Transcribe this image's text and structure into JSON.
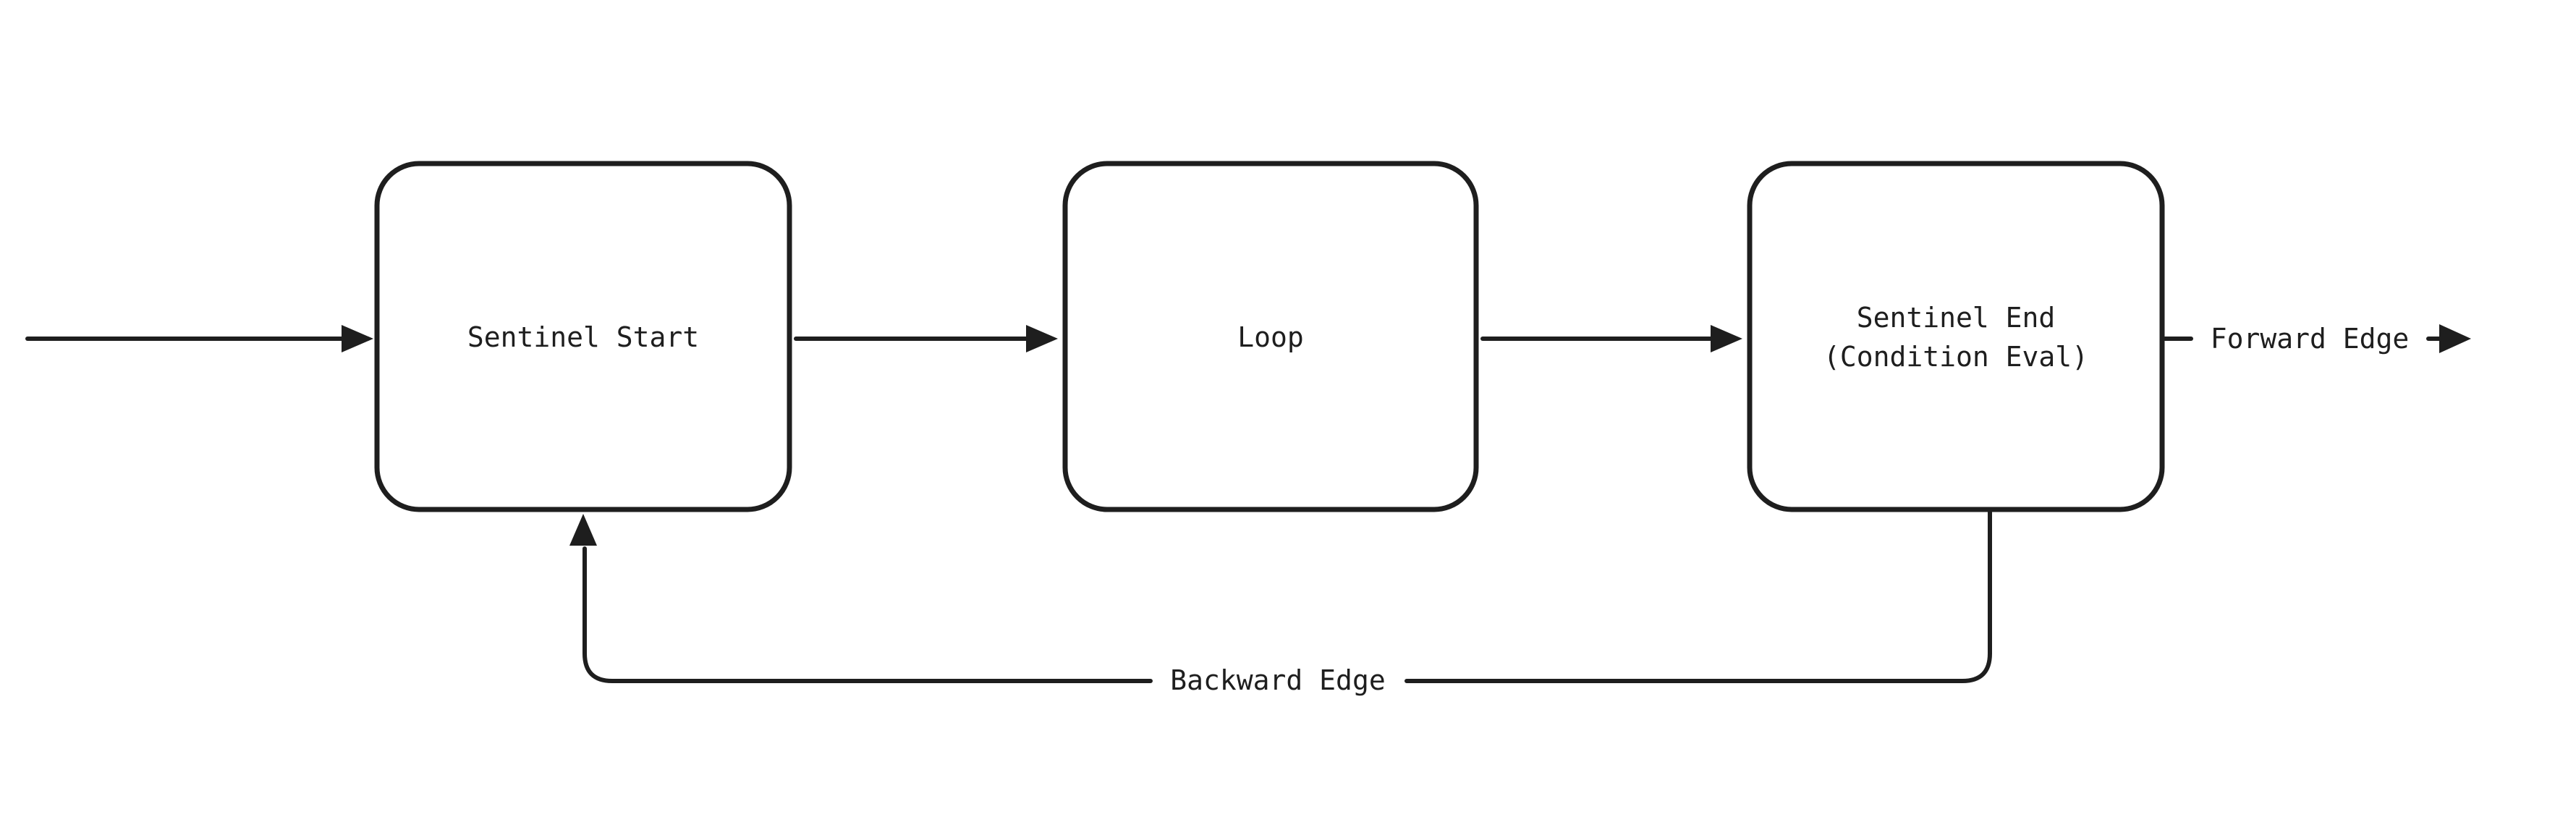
{
  "diagram": {
    "background": "#ffffff",
    "stroke_color": "#1e1e1e",
    "text_color": "#1e1e1e",
    "node_fill": "#ffffff",
    "nodes": {
      "start": {
        "label": "Sentinel Start"
      },
      "loop": {
        "label": "Loop"
      },
      "end": {
        "label_line1": "Sentinel End",
        "label_line2": "(Condition Eval)"
      }
    },
    "edges": {
      "forward": {
        "label": "Forward Edge"
      },
      "backward": {
        "label": "Backward Edge"
      }
    }
  }
}
